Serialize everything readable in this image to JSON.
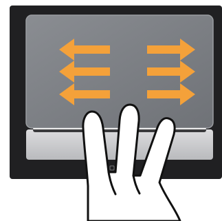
{
  "illustration": {
    "subject": "three-finger-horizontal-swipe-on-touchpad",
    "gesture": {
      "fingers": 3,
      "directions": [
        "left",
        "right"
      ],
      "arrows_per_side": 3
    },
    "icons": {
      "touchpad": "touchpad-icon",
      "left_arrow": "arrow-left-icon",
      "right_arrow": "arrow-right-icon",
      "hand": "three-finger-hand-icon"
    },
    "colors": {
      "laptop_body": "#202022",
      "touchpad_surface": "#7b7e83",
      "touchpad_border": "#9a9da1",
      "button_bar": "#c9cacc",
      "button_bar_highlight": "#ececec",
      "arrow": "#f4a13a",
      "hand_fill": "#ffffff",
      "hand_outline": "#111111"
    }
  }
}
